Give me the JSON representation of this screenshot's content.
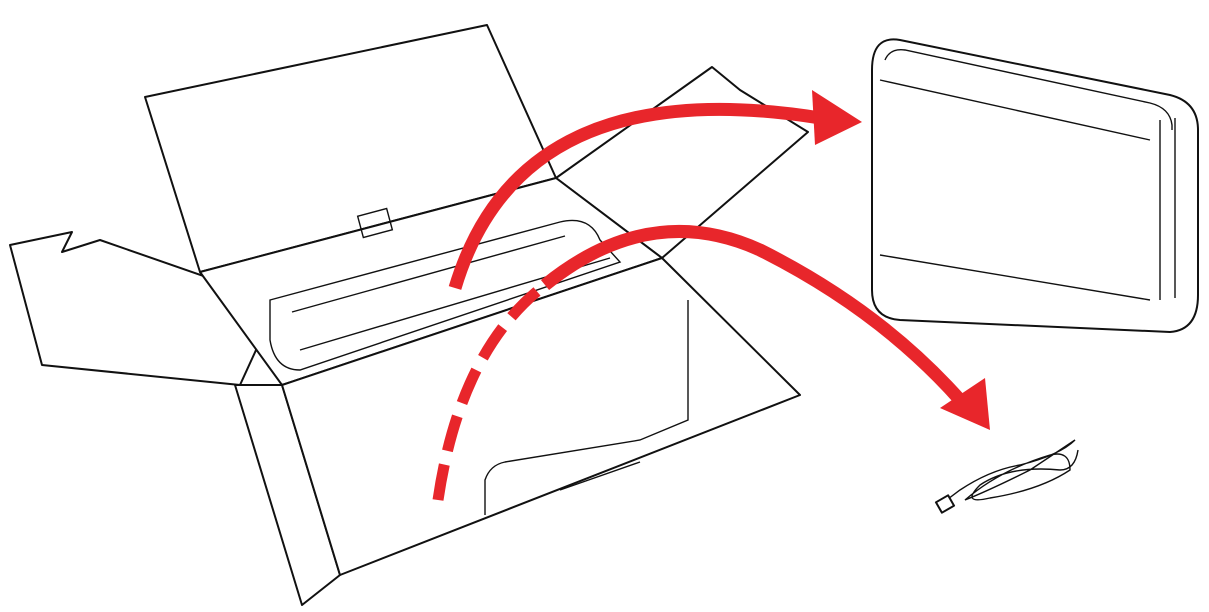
{
  "colors": {
    "arrow": "#e8262b",
    "line": "#111111",
    "background": "#ffffff"
  },
  "items": [
    "open-box",
    "speaker",
    "power-cord"
  ],
  "arrows": [
    {
      "from": "box",
      "to": "speaker"
    },
    {
      "from": "box",
      "to": "power-cord"
    }
  ]
}
